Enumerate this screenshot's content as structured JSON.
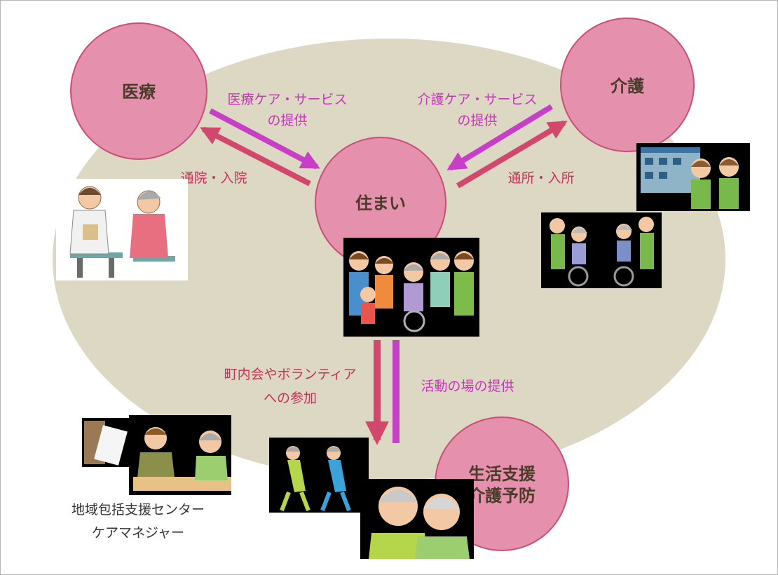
{
  "nodes": {
    "iryo": "医療",
    "kaigo": "介護",
    "sumai": "住まい",
    "seikatsu_line1": "生活支援",
    "seikatsu_line2": "介護予防"
  },
  "flows": {
    "iryo_care_line1": "医療ケア・サービス",
    "iryo_care_line2": "の提供",
    "kaigo_care_line1": "介護ケア・サービス",
    "kaigo_care_line2": "の提供",
    "tsuin": "通院・入院",
    "tsusho": "通所・入所",
    "chonaikai_line1": "町内会やボランティア",
    "chonaikai_line2": "への参加",
    "katsudo": "活動の場の提供"
  },
  "labels": {
    "center_line1": "地域包括支援センター",
    "center_line2": "ケアマネジャー"
  },
  "colors": {
    "node_fill": "#e590ac",
    "node_stroke": "#c94f76",
    "ellipse": "#dcd8c4",
    "arrow_magenta": "#c83fc7",
    "arrow_rose": "#d2486d"
  }
}
